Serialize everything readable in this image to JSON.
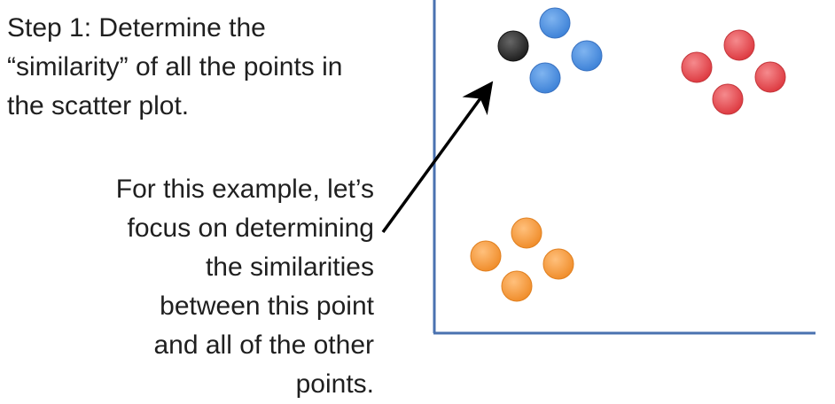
{
  "step_text": "Step 1: Determine the\n“similarity” of all the points in\nthe scatter plot.",
  "focus_text": "For this example, let’s\nfocus on determining\nthe similarities\nbetween this point\nand all of the other\npoints.",
  "colors": {
    "axis": "#4a72b0",
    "arrow": "#000000",
    "target_point": "#2b2b2b",
    "blue_cluster": "#4a8ee0",
    "red_cluster": "#e8474d",
    "orange_cluster": "#f49a3c"
  },
  "clusters": [
    {
      "name": "blue-cluster",
      "color": "blue_cluster",
      "count": 4
    },
    {
      "name": "red-cluster",
      "color": "red_cluster",
      "count": 4
    },
    {
      "name": "orange-cluster",
      "color": "orange_cluster",
      "count": 4
    }
  ]
}
